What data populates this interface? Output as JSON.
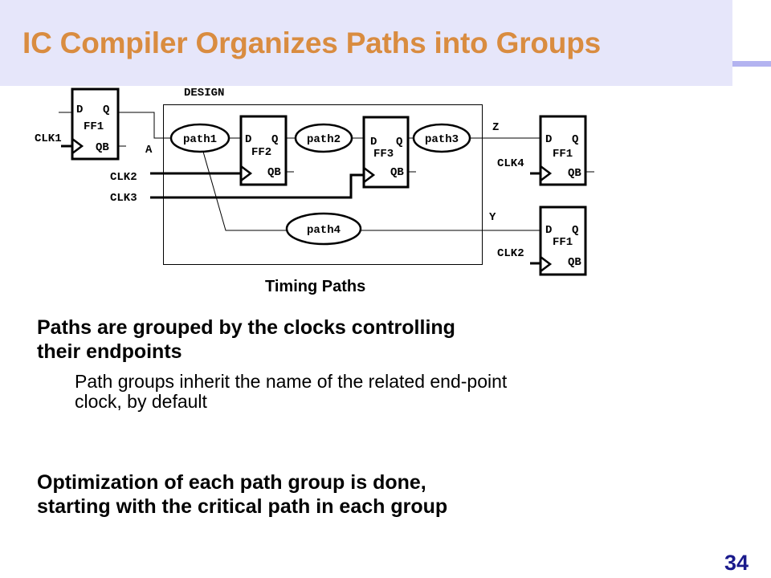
{
  "slide": {
    "title": "IC Compiler Organizes Paths into Groups",
    "page_number": "34",
    "colors": {
      "title": "#d98c40",
      "header_bg": "#e6e6fa",
      "accent_bar": "#b3b3f0",
      "page_number": "#1a1a8c"
    }
  },
  "diagram": {
    "design_label": "DESIGN",
    "caption": "Timing Paths",
    "port_labels": {
      "a": "A",
      "z": "Z",
      "y": "Y"
    },
    "clocks": {
      "clk1": "CLK1",
      "clk2": "CLK2",
      "clk3": "CLK3",
      "clk4": "CLK4",
      "clk2_out": "CLK2"
    },
    "flipflops": [
      {
        "name": "FF1",
        "d": "D",
        "q": "Q",
        "qb": "QB"
      },
      {
        "name": "FF2",
        "d": "D",
        "q": "Q",
        "qb": "QB"
      },
      {
        "name": "FF3",
        "d": "D",
        "q": "Q",
        "qb": "QB"
      },
      {
        "name": "FF1",
        "d": "D",
        "q": "Q",
        "qb": "QB"
      },
      {
        "name": "FF1",
        "d": "D",
        "q": "Q",
        "qb": "QB"
      }
    ],
    "paths": [
      "path1",
      "path2",
      "path3",
      "path4"
    ]
  },
  "bullets": [
    {
      "text": "Paths are grouped by the clocks controlling their endpoints",
      "sub": "Path groups inherit the name of the related end-point clock, by default"
    },
    {
      "text": "Optimization  of each path group is done, starting with the critical path in each group"
    }
  ]
}
